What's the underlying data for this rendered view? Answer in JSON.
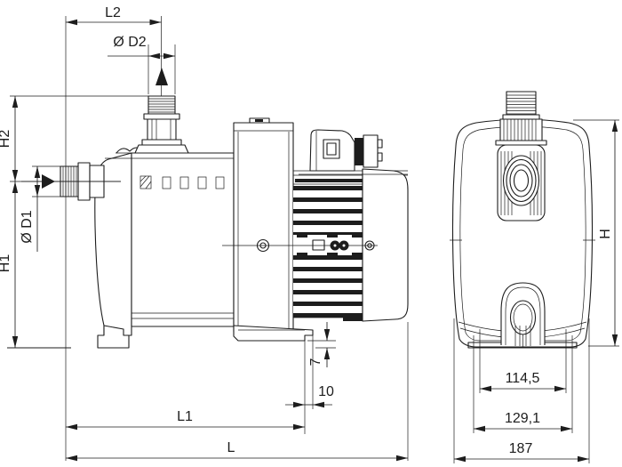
{
  "drawing": {
    "title": "pump-dimensional-drawing",
    "background": "#ffffff",
    "line_color": "#1d1d1d",
    "views": {
      "side": "side-view",
      "front": "front-view"
    },
    "dims": {
      "L2": "L2",
      "D2": "Ø D2",
      "H2": "H2",
      "D1": "Ø D1",
      "H1": "H1",
      "foot_gap": "7",
      "foot_offset": "10",
      "L1": "L1",
      "L": "L",
      "H": "H",
      "base_width_inner": "114,5",
      "base_width_outer": "129,1",
      "overall_depth": "187"
    }
  }
}
